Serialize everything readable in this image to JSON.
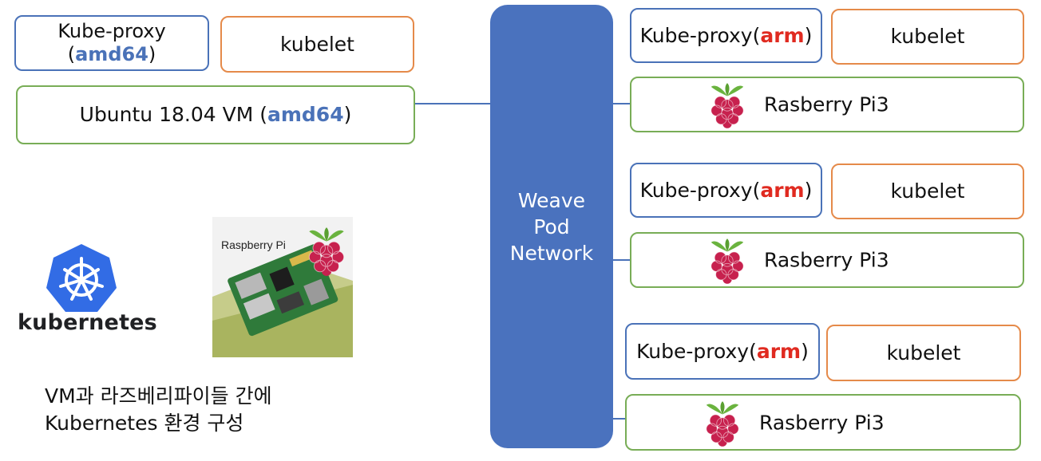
{
  "left_node": {
    "kube_proxy_prefix": "Kube-proxy",
    "kube_proxy_arch": "amd64",
    "kubelet": "kubelet",
    "vm_prefix": "Ubuntu 18.04 VM (",
    "vm_arch": "amd64",
    "vm_suffix": ")"
  },
  "weave": {
    "line1": "Weave",
    "line2": "Pod",
    "line3": "Network"
  },
  "pi_nodes": [
    {
      "kube_proxy_prefix": "Kube-proxy(",
      "kube_proxy_arch": "arm",
      "kube_proxy_suffix": ")",
      "kubelet": "kubelet",
      "device": "Rasberry Pi3"
    },
    {
      "kube_proxy_prefix": "Kube-proxy(",
      "kube_proxy_arch": "arm",
      "kube_proxy_suffix": ")",
      "kubelet": "kubelet",
      "device": "Rasberry Pi3"
    },
    {
      "kube_proxy_prefix": "Kube-proxy(",
      "kube_proxy_arch": "arm",
      "kube_proxy_suffix": ")",
      "kubelet": "kubelet",
      "device": "Rasberry Pi3"
    }
  ],
  "logos": {
    "kubernetes": "kubernetes",
    "raspberry_pi_photo_title": "Raspberry Pi"
  },
  "caption": {
    "line1": "VM과 라즈베리파이들 간에",
    "line2": "Kubernetes 환경 구성"
  },
  "colors": {
    "blue": "#4a72b8",
    "orange": "#e58a4a",
    "green": "#78ad56",
    "arm_red": "#e02a20",
    "weave_fill": "#4a72be"
  }
}
